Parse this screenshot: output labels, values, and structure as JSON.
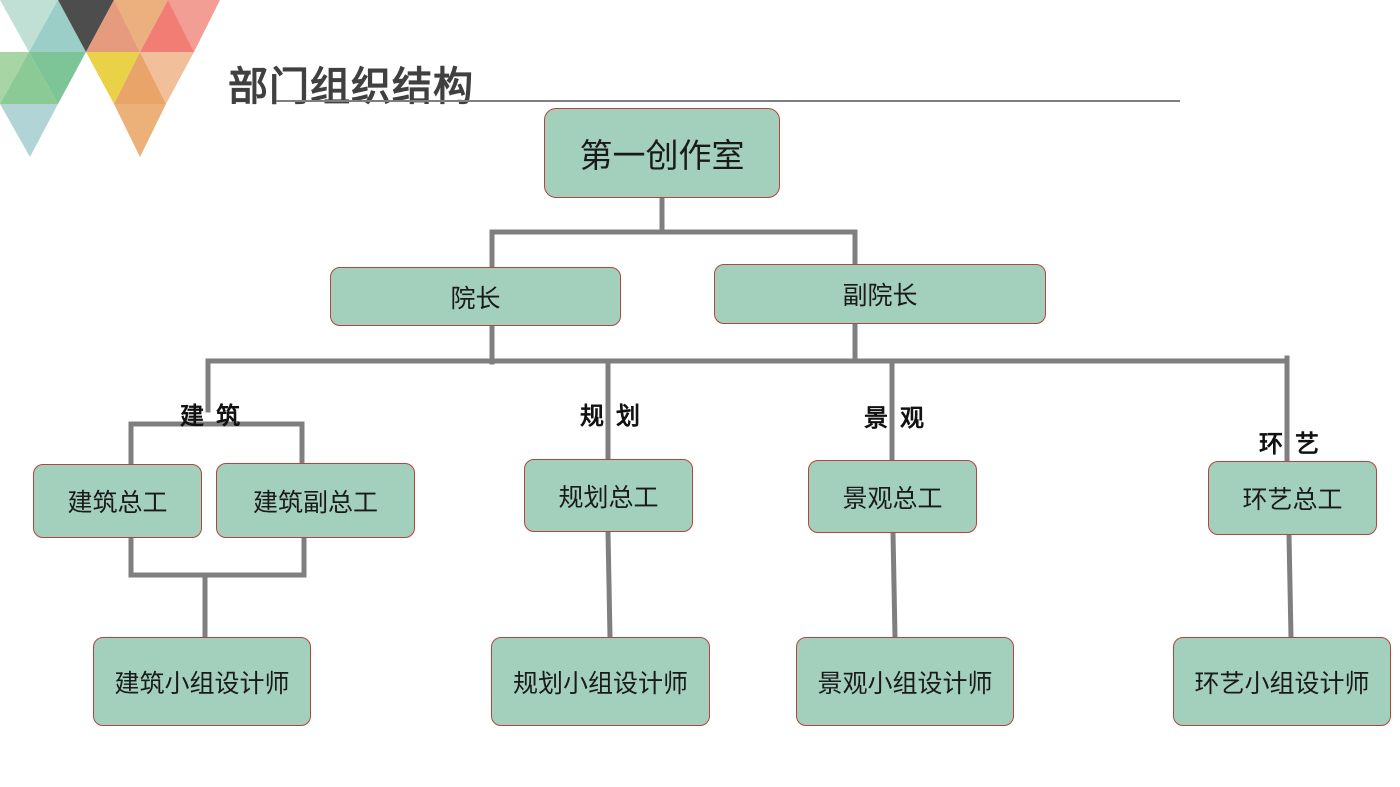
{
  "slide": {
    "title": "部门组织结构"
  },
  "chart_data": {
    "type": "org-chart",
    "root": "第一创作室",
    "leaders": [
      "院长",
      "副院长"
    ],
    "branches": [
      {
        "name": "建筑",
        "heads": [
          "建筑总工",
          "建筑副总工"
        ],
        "team": "建筑小组设计师"
      },
      {
        "name": "规划",
        "heads": [
          "规划总工"
        ],
        "team": "规划小组设计师"
      },
      {
        "name": "景观",
        "heads": [
          "景观总工"
        ],
        "team": "景观小组设计师"
      },
      {
        "name": "环艺",
        "heads": [
          "环艺总工"
        ],
        "team": "环艺小组设计师"
      }
    ]
  },
  "colors": {
    "node_fill": "#a3cfbd",
    "node_border": "#b5443c",
    "connector": "#7f7f7f"
  }
}
